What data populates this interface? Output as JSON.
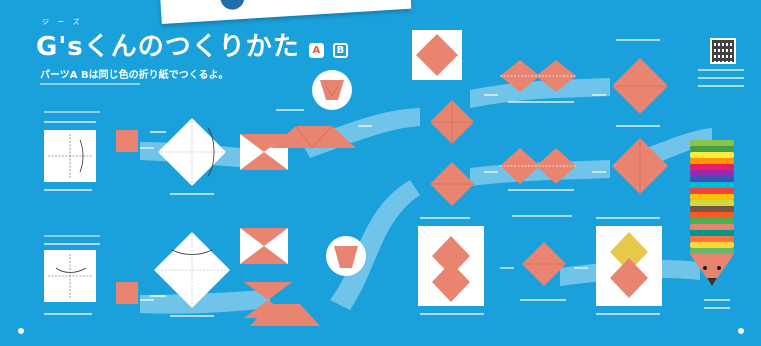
{
  "title": {
    "ruby": "ジ ー ズ",
    "text": "G'sくんのつくりかた",
    "tag_a": "A",
    "tag_b": "B"
  },
  "subtitle": "パーツA Bは同じ色の折り紙でつくるよ。",
  "colors": {
    "background": "#1aa0db",
    "paper": "#e8846f",
    "paper_dark": "#c9634f",
    "paper_yellow": "#e6c94a",
    "flow": "#8fd0ee",
    "panel": "#ffffff"
  },
  "icons": [
    "qr-code-icon",
    "pencil-stack-icon",
    "magnifier-icon"
  ]
}
